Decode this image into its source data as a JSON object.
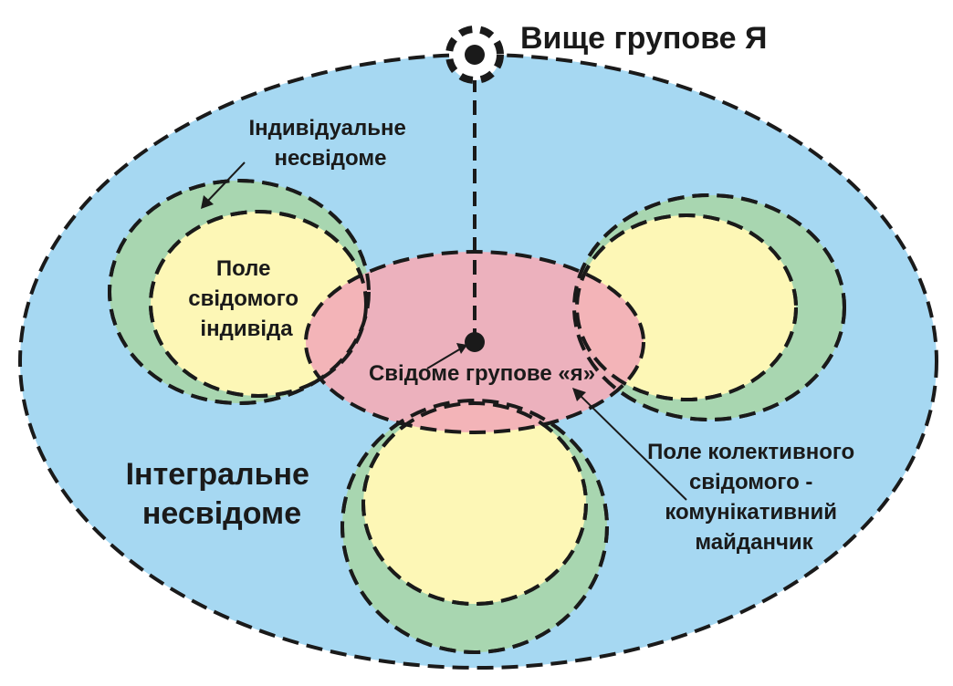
{
  "title": "Вище групове Я",
  "labels": {
    "individual_unconscious": [
      "Індивідуальне",
      "несвідоме"
    ],
    "individual_conscious_field": [
      "Поле",
      "свідомого",
      "індивіда"
    ],
    "group_conscious_self": "Свідоме групове «я»",
    "collective_conscious_field": [
      "Поле колективного",
      "свідомого -",
      "комунікативний",
      "майданчик"
    ],
    "integral_unconscious": [
      "Інтегральне",
      "несвідоме"
    ]
  },
  "colors": {
    "integral_unconscious_fill": "#a6d8f2",
    "individual_unconscious_fill": "#a8d6b0",
    "individual_conscious_fill": "#fdf7b6",
    "collective_field_fill": "#f2aeb8",
    "outline": "#1a1a1a"
  }
}
